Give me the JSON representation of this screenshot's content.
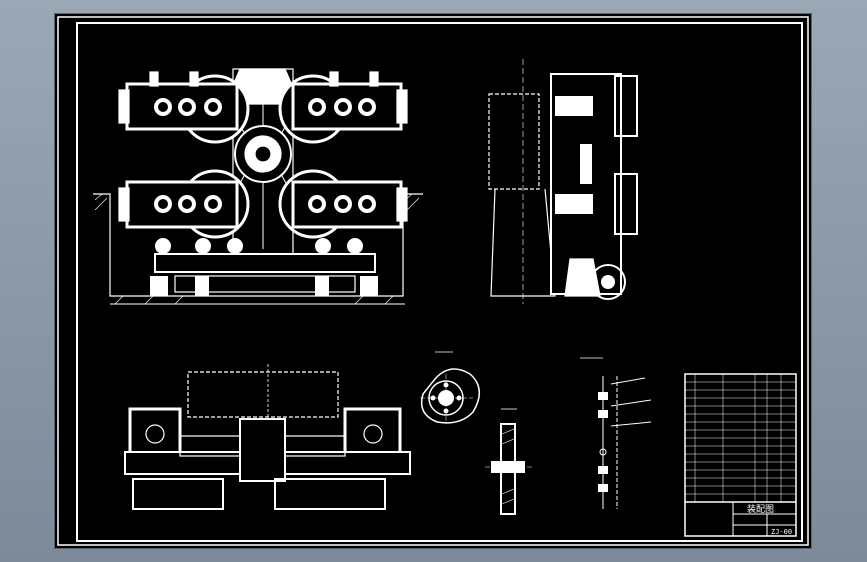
{
  "drawing": {
    "background_color": "#000000",
    "line_color": "#ffffff",
    "viewport_color": "#8c99a7",
    "views": [
      {
        "id": "front-elevation"
      },
      {
        "id": "side-elevation"
      },
      {
        "id": "plan-view"
      },
      {
        "id": "section-a"
      },
      {
        "id": "detail-b"
      },
      {
        "id": "hydraulic-schematic"
      }
    ],
    "title_block": {
      "title": "装配图",
      "drawing_number": "ZJ-00"
    }
  }
}
